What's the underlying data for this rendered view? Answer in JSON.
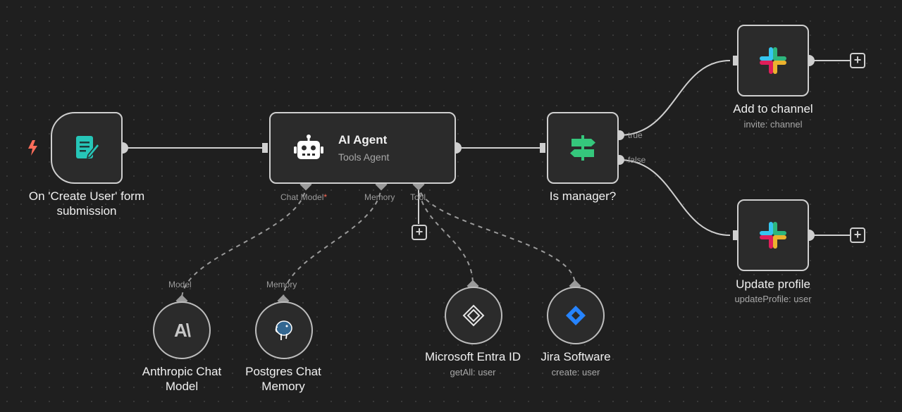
{
  "nodes": {
    "trigger": {
      "label": "On 'Create User' form submission"
    },
    "agent": {
      "title": "AI Agent",
      "subtitle": "Tools Agent"
    },
    "agent_ports": {
      "chat_model": "Chat Model",
      "memory": "Memory",
      "tool": "Tool"
    },
    "ifnode": {
      "label": "Is manager?",
      "true_label": "true",
      "false_label": "false"
    },
    "add_channel": {
      "label": "Add to channel",
      "subtitle": "invite: channel"
    },
    "update_profile": {
      "label": "Update profile",
      "subtitle": "updateProfile: user"
    },
    "anthropic": {
      "port": "Model",
      "label": "Anthropic Chat Model",
      "logo_text": "A\\"
    },
    "postgres": {
      "port": "Memory",
      "label": "Postgres Chat Memory"
    },
    "entra": {
      "label": "Microsoft Entra ID",
      "subtitle": "getAll: user"
    },
    "jira": {
      "label": "Jira Software",
      "subtitle": "create: user"
    }
  },
  "colors": {
    "accent": "#ff6d5a",
    "form": "#26c6b8",
    "filter": "#35c77c",
    "jira": "#2684ff"
  }
}
